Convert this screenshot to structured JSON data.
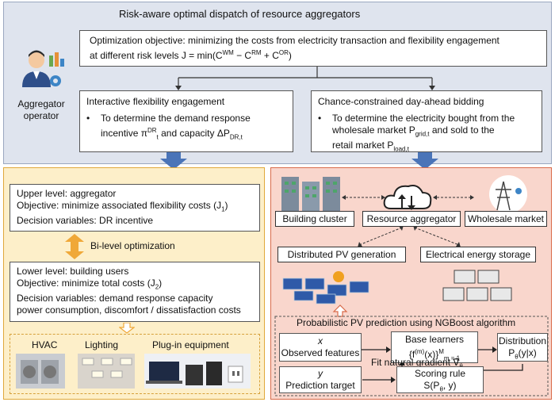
{
  "top": {
    "title": "Risk-aware optimal dispatch of resource aggregators",
    "objective_line1": "Optimization objective: minimizing the costs from electricity transaction and flexibility engagement",
    "objective_line2": "at different risk levels J = min(C",
    "objective_wm": "WM",
    "objective_mid": " − C",
    "objective_rm": "RM",
    "objective_plus": " + C",
    "objective_or": "OR",
    "objective_end": ")",
    "operator_line1": "Aggregator",
    "operator_line2": "operator",
    "left_box_title": "Interactive flexibility engagement",
    "left_box_bullet1": "To determine the demand response",
    "left_box_bullet2a": "incentive π",
    "left_box_bullet2_sup": "DR",
    "left_box_bullet2_sub": "t",
    "left_box_bullet2b": " and capacity ΔP",
    "left_box_bullet2_sub2": "DR,t",
    "right_box_title": "Chance-constrained day-ahead bidding",
    "right_box_bullet1": "To determine the electricity bought from the",
    "right_box_bullet2a": "wholesale market P",
    "right_box_bullet2_sub": "grid,t",
    "right_box_bullet2b": " and sold to the",
    "right_box_bullet3a": "retail market P",
    "right_box_bullet3_sub": "load,t"
  },
  "left": {
    "upper1": "Upper level: aggregator",
    "upper2a": "Objective: minimize associated flexibility costs (J",
    "upper2_sub": "1",
    "upper2b": ")",
    "upper3": "Decision variables: DR incentive",
    "bilevel": "Bi-level optimization",
    "lower1": "Lower level: building users",
    "lower2a": "Objective: minimize total costs (J",
    "lower2_sub": "2",
    "lower2b": ")",
    "lower3": "Decision variables: demand response capacity",
    "lower4": "power consumption, discomfort / dissatisfaction costs",
    "hvac": "HVAC",
    "lighting": "Lighting",
    "plugin": "Plug-in equipment"
  },
  "right": {
    "building_cluster": "Building cluster",
    "resource_aggregator": "Resource aggregator",
    "wholesale_market": "Wholesale market",
    "distributed_pv": "Distributed PV generation",
    "energy_storage": "Electrical energy storage",
    "ngboost_title": "Probabilistic PV prediction using NGBoost algorithm",
    "x_symbol": "x",
    "observed_features": "Observed features",
    "base_learners": "Base learners",
    "base_learners_formula": "{f",
    "base_learners_formula_sup": "(m)",
    "base_learners_formula_b": "(x)}",
    "base_learners_range_sub": "m = 1",
    "base_learners_range_sup": "M",
    "distribution": "Distribution",
    "distribution_formula": "P",
    "distribution_formula_sub": "θ",
    "distribution_formula_b": "(y|x)",
    "fit_gradient": "Fit natural gradient ∇̃",
    "fit_gradient_sub": "θ",
    "y_symbol": "y",
    "prediction_target": "Prediction target",
    "scoring_rule": "Scoring rule",
    "scoring_formula": "S(P",
    "scoring_formula_sub": "θ",
    "scoring_formula_b": ", y)"
  },
  "colors": {
    "top_bg": "#dfe4ee",
    "left_bg": "#fdefc9",
    "right_bg": "#f9d6cc",
    "arrow_blue": "#4a74b8",
    "arrow_orange": "#f0a838"
  }
}
